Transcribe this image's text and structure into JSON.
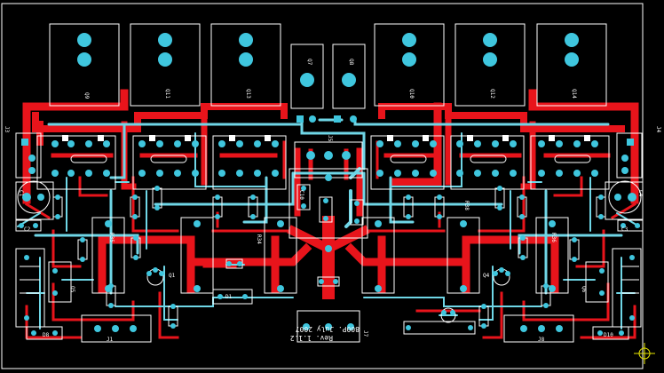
{
  "board": {
    "revision_line1": "Rev. 1.1.2",
    "revision_line2": "800P. July 2007"
  },
  "labels": {
    "j1": "J1",
    "j3": "J3",
    "j4": "J4",
    "j5": "J5",
    "j7": "J7",
    "j8": "J8",
    "q7": "Q7",
    "q8": "Q8",
    "q9": "Q9",
    "q10": "Q10",
    "q11": "Q11",
    "q12": "Q12",
    "q13": "Q13",
    "q14": "Q14",
    "c1": "C1",
    "c2": "C2",
    "c3": "C3",
    "c4": "C4",
    "c10": "C10",
    "r34": "R34",
    "r35": "R35",
    "r36": "R36",
    "r38": "R38",
    "q1": "Q1",
    "q4": "Q4",
    "q5": "Q5",
    "q6": "Q6",
    "d1": "D1",
    "d8": "D8",
    "d10": "D10"
  },
  "colors": {
    "top_copper": "#e8141b",
    "bottom_copper": "#6fd6e6",
    "silkscreen": "#ffffff",
    "pads": "#3fc6de",
    "board_edge": "#e8e600"
  }
}
